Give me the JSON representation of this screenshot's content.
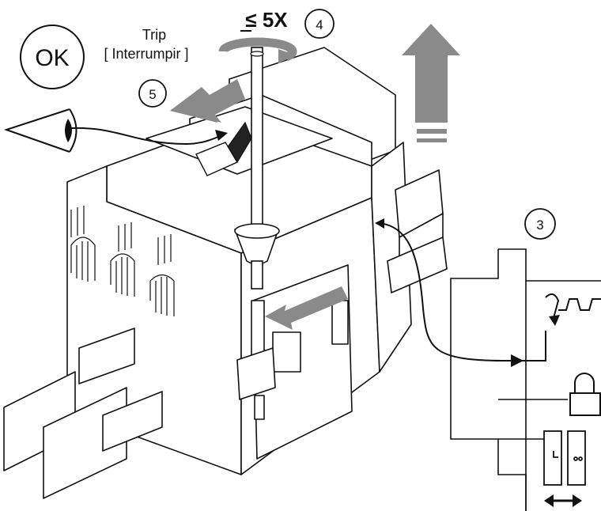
{
  "labels": {
    "ok": "OK",
    "trip": "Trip",
    "trip_translation": "[ Interrumpir ]",
    "rotation_limit": "≤ 5X"
  },
  "steps": {
    "step3": "3",
    "step4": "4",
    "step5": "5"
  },
  "colors": {
    "arrow_gray": "#8a8a8a",
    "line": "#111111",
    "background": "#ffffff"
  },
  "icons": [
    "eye-icon",
    "padlock-icon",
    "rotate-arrow-icon",
    "double-arrow-icon"
  ]
}
